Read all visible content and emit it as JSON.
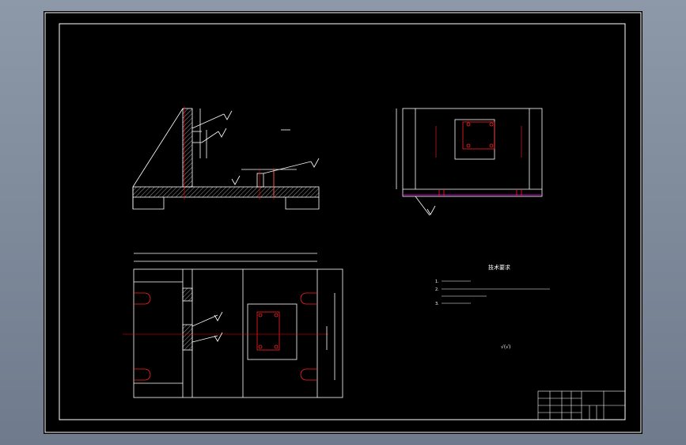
{
  "colors": {
    "background": "#000000",
    "line": "#ffffff",
    "center_line": "#ff0000",
    "hole": "#ff2020",
    "hidden": "#ff00ff",
    "hatch": "#ffffff"
  },
  "technical_requirements": {
    "title": "技术要求",
    "items": [
      "1.",
      "2.",
      "3."
    ]
  },
  "roughness_note": "√(√)",
  "title_block": {
    "drawing_name": "",
    "material": ""
  }
}
